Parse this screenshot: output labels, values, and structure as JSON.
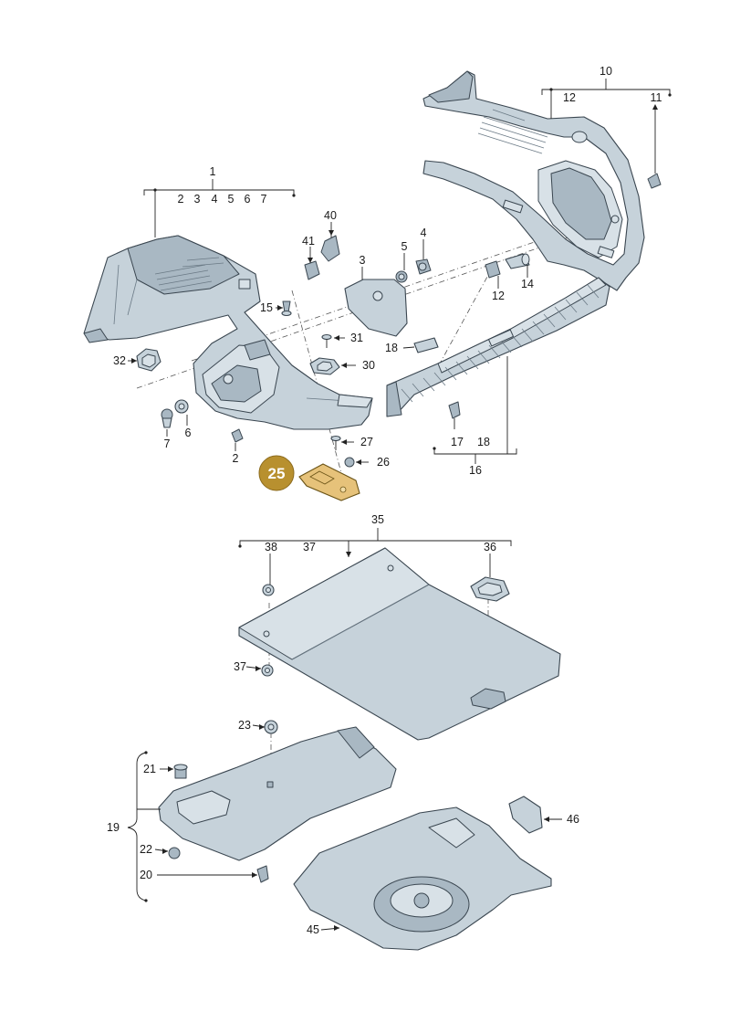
{
  "callouts": {
    "c1": "1",
    "c2a": "2",
    "c3a": "3",
    "c4a": "4",
    "c5a": "5",
    "c6a": "6",
    "c7a": "7",
    "c2": "2",
    "c3": "3",
    "c4": "4",
    "c5": "5",
    "c6": "6",
    "c7": "7",
    "c10": "10",
    "c11": "11",
    "c12a": "12",
    "c12": "12",
    "c14": "14",
    "c15": "15",
    "c16": "16",
    "c17": "17",
    "c18a": "18",
    "c18": "18",
    "c19": "19",
    "c20": "20",
    "c21": "21",
    "c22": "22",
    "c23": "23",
    "c25": "25",
    "c26": "26",
    "c27": "27",
    "c30": "30",
    "c31": "31",
    "c32": "32",
    "c35": "35",
    "c36": "36",
    "c37a": "37",
    "c37": "37",
    "c38": "38",
    "c40": "40",
    "c41": "41",
    "c45": "45",
    "c46": "46"
  },
  "colors": {
    "part_fill": "#c6d2da",
    "part_stroke": "#3a4650",
    "highlight_badge": "#b8902f",
    "highlight_part": "#e6c27a"
  }
}
